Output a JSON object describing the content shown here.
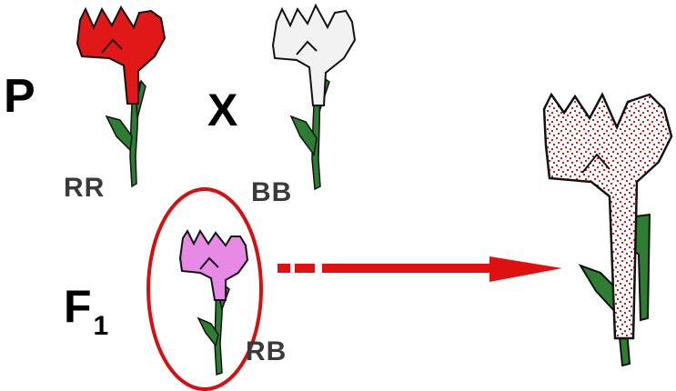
{
  "labels": {
    "parent_generation": "P",
    "cross_symbol": "X",
    "f1_letter": "F",
    "f1_subscript": "1"
  },
  "genotypes": {
    "red_parent": "RR",
    "white_parent": "BB",
    "f1_offspring": "RB"
  },
  "colors": {
    "red_petal": "#e01818",
    "white_petal": "#f2f2f2",
    "pink_petal": "#e68ae6",
    "stem_green": "#2e7d32",
    "arrow_red": "#e01010",
    "speckle_red": "#d81818",
    "outline": "#111111"
  }
}
